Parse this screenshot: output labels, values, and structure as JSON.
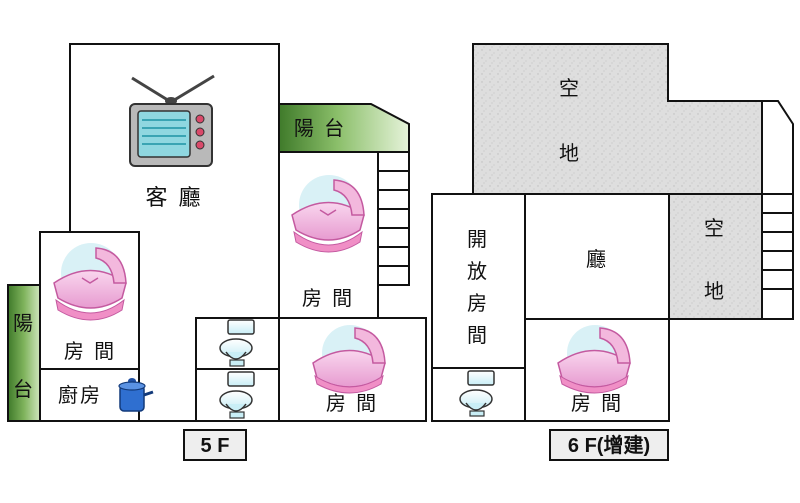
{
  "floor5": {
    "label": "5 F",
    "rooms": {
      "living": "客  廳",
      "balcony_top": "陽 台",
      "balcony_left_1": "陽",
      "balcony_left_2": "台",
      "bedroom_left": "房 間",
      "bedroom_mid": "房 間",
      "bedroom_bottom": "房 間",
      "kitchen": "廚房"
    }
  },
  "floor6": {
    "label": "6 F(增建)",
    "rooms": {
      "empty_top_1": "空",
      "empty_top_2": "地",
      "empty_right_1": "空",
      "empty_right_2": "地",
      "hall": "廳",
      "open_room": [
        "開",
        "放",
        "房",
        "間"
      ],
      "bedroom": "房 間"
    }
  },
  "icons": [
    "tv-icon",
    "cradle-icon",
    "toilet-icon",
    "pot-icon",
    "stairs-icon"
  ],
  "colors": {
    "balcony_green_dark": "#3f7a2a",
    "balcony_green_light": "#d9ecc9",
    "empty_land": "#dcdcdc",
    "wall": "#111111",
    "badge_bg": "#eeeeee"
  }
}
